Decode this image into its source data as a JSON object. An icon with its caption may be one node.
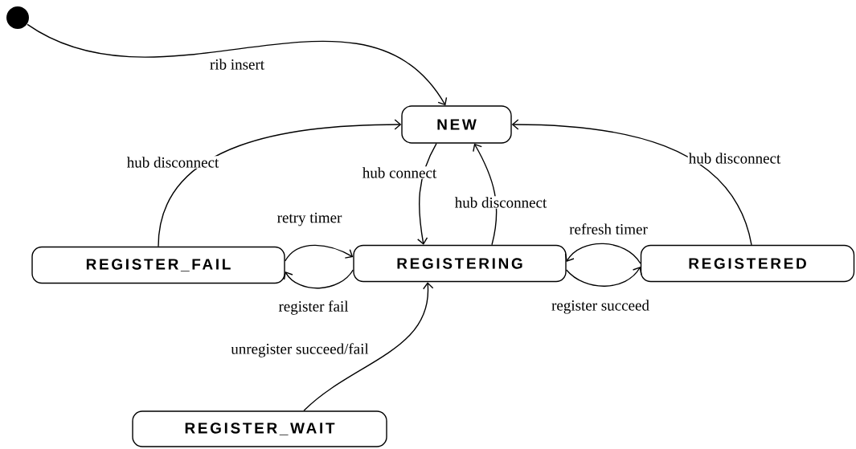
{
  "diagram": {
    "nodes": [
      {
        "text": [],
        "shape": "circle"
      },
      {
        "text": [
          "NEW"
        ]
      },
      {
        "text": [
          "REGISTER_FAIL"
        ]
      },
      {
        "text": [
          "REGISTERING"
        ]
      },
      {
        "text": [
          "REGISTERED"
        ]
      },
      {
        "text": [
          "REGISTER_WAIT"
        ]
      }
    ],
    "edges": [
      {
        "from": 0,
        "to": 1,
        "arrow": "to",
        "label": "rib insert"
      },
      {
        "from": 2,
        "to": 1,
        "arrow": "to",
        "label": "hub disconnect"
      },
      {
        "from": 1,
        "to": 3,
        "arrow": "to",
        "label": "hub connect"
      },
      {
        "from": 3,
        "to": 1,
        "arrow": "to",
        "label": "hub disconnect"
      },
      {
        "from": 4,
        "to": 1,
        "arrow": "to",
        "label": "hub disconnect"
      },
      {
        "from": 2,
        "to": 3,
        "arrow": "to",
        "label": "retry timer"
      },
      {
        "from": 3,
        "to": 2,
        "arrow": "to",
        "label": "register fail"
      },
      {
        "from": 4,
        "to": 3,
        "arrow": "to",
        "label": "refresh timer"
      },
      {
        "from": 3,
        "to": 4,
        "arrow": "to",
        "label": "register succeed"
      },
      {
        "from": 5,
        "to": 3,
        "arrow": "to",
        "label": "unregister succeed/fail"
      }
    ]
  }
}
